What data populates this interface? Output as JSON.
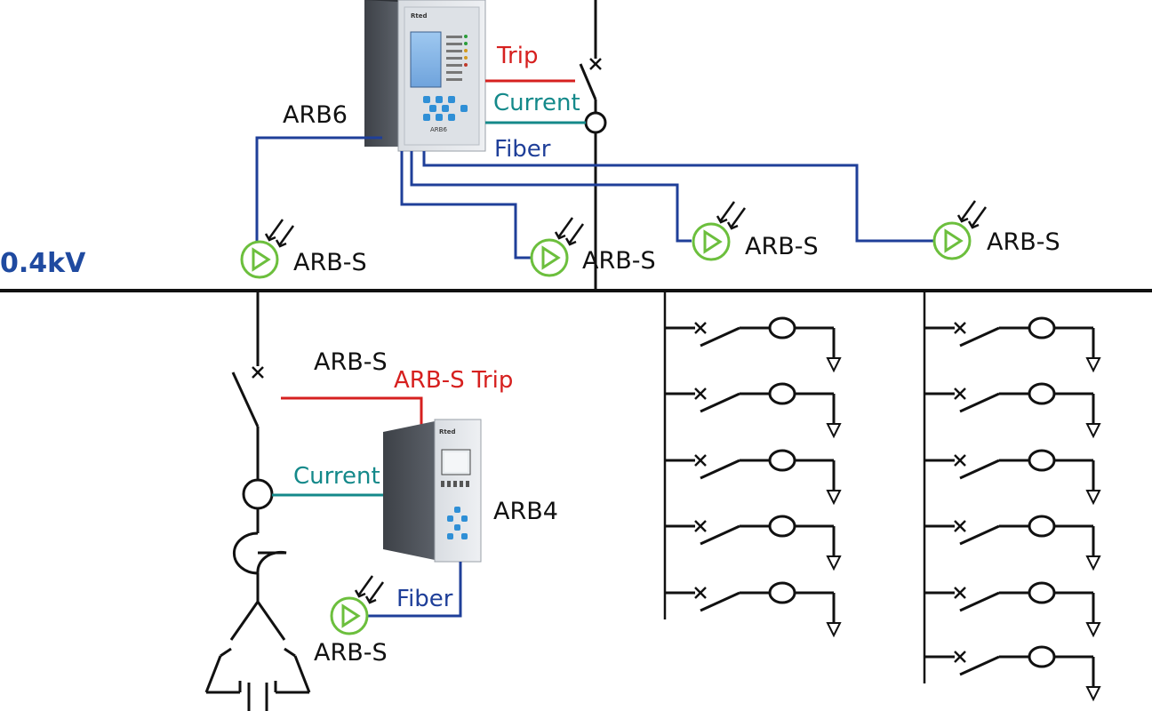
{
  "bus_label": "0.4kV",
  "devices": {
    "top_relay": {
      "name": "ARB6",
      "brand": "Rted",
      "model": "ARB6"
    },
    "bottom_relay": {
      "name": "ARB4",
      "brand": "Rted",
      "model": "ARB4"
    }
  },
  "signals": {
    "trip": "Trip",
    "current_top": "Current",
    "fiber_top": "Fiber",
    "trip_bottom": "ARB-S Trip",
    "current_bottom": "Current",
    "fiber_bottom": "Fiber"
  },
  "sensors": {
    "s1": "ARB-S",
    "s2": "ARB-S",
    "s3": "ARB-S",
    "s4": "ARB-S",
    "s5": "ARB-S"
  },
  "breaker_label": "ARB-S",
  "colors": {
    "trip_red": "#d6201f",
    "current_teal": "#14898a",
    "fiber_blue": "#1f3f99",
    "bus_label_blue": "#1f4aa0",
    "sensor_green": "#6cbf3d",
    "line_black": "#111111"
  },
  "feeders": {
    "column_a_count": 5,
    "column_b_count": 6
  }
}
